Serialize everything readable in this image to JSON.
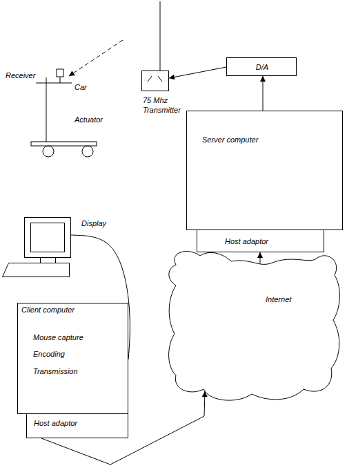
{
  "diagram": {
    "nodes": [
      {
        "text": [
          "75 Mhz Transmitter"
        ]
      },
      {
        "text": [
          "D/A"
        ]
      },
      {
        "text": [
          "Server computer"
        ]
      },
      {
        "text": [
          "Host adaptor"
        ]
      },
      {
        "text": [
          "Internet"
        ]
      },
      {
        "text": [
          "Display"
        ]
      },
      {
        "text": [
          "Client computer",
          "Mouse capture",
          "Encoding",
          "Transmission"
        ]
      },
      {
        "text": [
          "Host adaptor"
        ]
      }
    ],
    "edges": [
      {
        "from": 1,
        "to": 0,
        "arrow": "to"
      },
      {
        "from": 2,
        "to": 1,
        "arrow": "to"
      },
      {
        "from": 4,
        "to": 3,
        "arrow": "to"
      },
      {
        "from": 7,
        "to": 4,
        "arrow": "to"
      },
      {
        "from": 5,
        "to": 6,
        "arrow": "none"
      }
    ],
    "labels": [
      "Receiver",
      "Car",
      "Actuator"
    ]
  }
}
